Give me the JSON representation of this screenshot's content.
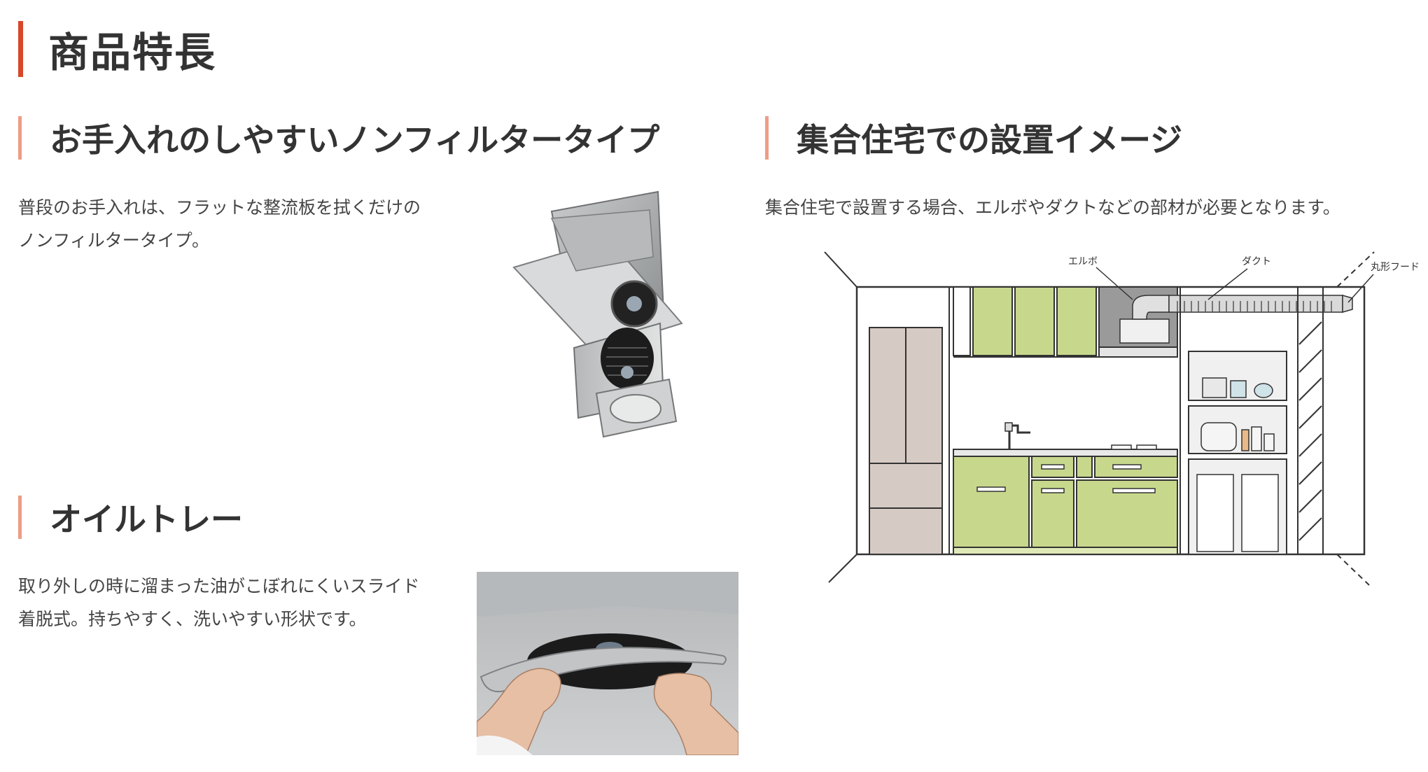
{
  "page": {
    "title": "商品特長"
  },
  "sections": {
    "nonfilter": {
      "heading": "お手入れのしやすいノンフィルタータイプ",
      "lines": [
        "普段のお手入れは、フラットな整流板を拭くだけの",
        "ノンフィルタータイプ。"
      ]
    },
    "install": {
      "heading": "集合住宅での設置イメージ",
      "lines": [
        "集合住宅で設置する場合、エルボやダクトなどの部材が必要となります。"
      ]
    },
    "oiltray": {
      "heading": "オイルトレー",
      "lines": [
        "取り外しの時に溜まった油がこぼれにくいスライド",
        "着脱式。持ちやすく、洗いやすい形状です。"
      ]
    }
  },
  "diagram": {
    "label_elbow": "エルボ",
    "label_duct": "ダクト",
    "label_hood": "丸形フード"
  },
  "colors": {
    "accent": "#d8472a",
    "accent_light": "#ee9d86",
    "cabinet_green": "#c7d88d",
    "fridge": "#d6cbc4"
  }
}
